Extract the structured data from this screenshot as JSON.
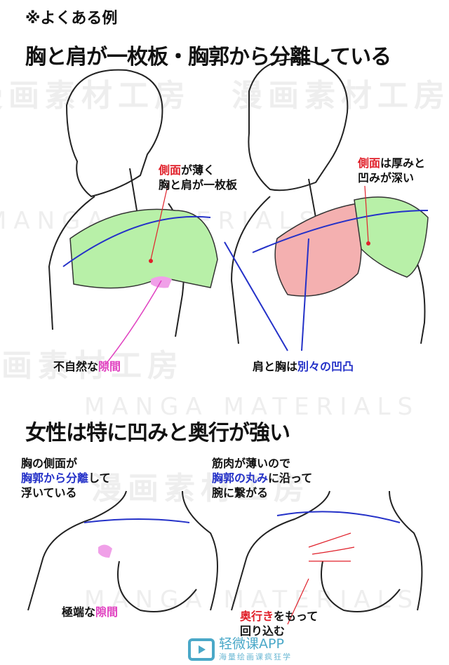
{
  "header": {
    "label": "※よくある例"
  },
  "section1": {
    "title": "胸と肩が一枚板・胸郭から分離している",
    "left_note": {
      "red": "側面",
      "rest1": "が薄く",
      "line2": "胸と肩が一枚板"
    },
    "right_note": {
      "red": "側面",
      "rest1": "は厚みと",
      "line2": "凹みが深い"
    },
    "left_bottom": {
      "plain": "不自然な",
      "pink": "隙間"
    },
    "right_bottom": {
      "plain1": "肩と胸は",
      "blue": "別々の凹凸"
    }
  },
  "section2": {
    "title": "女性は特に凹みと奥行が強い",
    "left_note": {
      "line1": "胸の側面が",
      "blue": "胸郭から分離",
      "rest2": "して",
      "line3": "浮いている"
    },
    "right_note": {
      "line1": "筋肉が薄いので",
      "blue": "胸郭の丸み",
      "rest2": "に沿って",
      "line3": "腕に繋がる"
    },
    "left_bottom": {
      "plain": "極端な",
      "pink": "隙間"
    },
    "right_bottom": {
      "red": "奥行き",
      "rest1": "をもって",
      "line2": "回り込む"
    }
  },
  "watermark": {
    "jp": "漫画素材工房",
    "en": "MANGA MATERIALS"
  },
  "logo": {
    "name": "轻微课APP",
    "tagline": "海量绘画课疯狂学"
  },
  "colors": {
    "green": "#b8f0a8",
    "pink_fill": "#f4b0b0",
    "blue": "#2431c8",
    "red": "#e0202a",
    "magenta": "#e040c0",
    "logo": "#4aa8c8"
  }
}
